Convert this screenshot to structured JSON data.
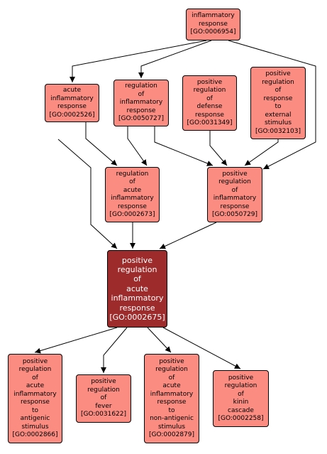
{
  "nodes": [
    {
      "id": "n6954",
      "label": "inflammatory\nresponse\n[GO:0006954]",
      "focus": false
    },
    {
      "id": "n2526",
      "label": "acute\ninflammatory\nresponse\n[GO:0002526]",
      "focus": false
    },
    {
      "id": "n50727",
      "label": "regulation\nof\ninflammatory\nresponse\n[GO:0050727]",
      "focus": false
    },
    {
      "id": "n31349",
      "label": "positive\nregulation\nof\ndefense\nresponse\n[GO:0031349]",
      "focus": false
    },
    {
      "id": "n32103",
      "label": "positive\nregulation\nof\nresponse\nto\nexternal\nstimulus\n[GO:0032103]",
      "focus": false
    },
    {
      "id": "n2673",
      "label": "regulation\nof\nacute\ninflammatory\nresponse\n[GO:0002673]",
      "focus": false
    },
    {
      "id": "n50729",
      "label": "positive\nregulation\nof\ninflammatory\nresponse\n[GO:0050729]",
      "focus": false
    },
    {
      "id": "n2675",
      "label": "positive\nregulation\nof\nacute\ninflammatory\nresponse\n[GO:0002675]",
      "focus": true
    },
    {
      "id": "n2866",
      "label": "positive\nregulation\nof\nacute\ninflammatory\nresponse\nto\nantigenic\nstimulus\n[GO:0002866]",
      "focus": false
    },
    {
      "id": "n31622",
      "label": "positive\nregulation\nof\nfever\n[GO:0031622]",
      "focus": false
    },
    {
      "id": "n2879",
      "label": "positive\nregulation\nof\nacute\ninflammatory\nresponse\nto\nnon-antigenic\nstimulus\n[GO:0002879]",
      "focus": false
    },
    {
      "id": "n2258",
      "label": "positive\nregulation\nof\nkinin\ncascade\n[GO:0002258]",
      "focus": false
    }
  ],
  "edges": [
    {
      "from": "n6954",
      "to": "n2526"
    },
    {
      "from": "n6954",
      "to": "n50727"
    },
    {
      "from": "n6954",
      "to": "n50729"
    },
    {
      "from": "n2526",
      "to": "n2673"
    },
    {
      "from": "n2526",
      "to": "n2675"
    },
    {
      "from": "n50727",
      "to": "n2673"
    },
    {
      "from": "n50727",
      "to": "n50729"
    },
    {
      "from": "n31349",
      "to": "n50729"
    },
    {
      "from": "n32103",
      "to": "n50729"
    },
    {
      "from": "n2673",
      "to": "n2675"
    },
    {
      "from": "n50729",
      "to": "n2675"
    },
    {
      "from": "n2675",
      "to": "n2866"
    },
    {
      "from": "n2675",
      "to": "n31622"
    },
    {
      "from": "n2675",
      "to": "n2879"
    },
    {
      "from": "n2675",
      "to": "n2258"
    }
  ],
  "colors": {
    "node_fill": "#fa8c82",
    "focus_fill": "#9e2b2b",
    "edge": "#000000"
  }
}
